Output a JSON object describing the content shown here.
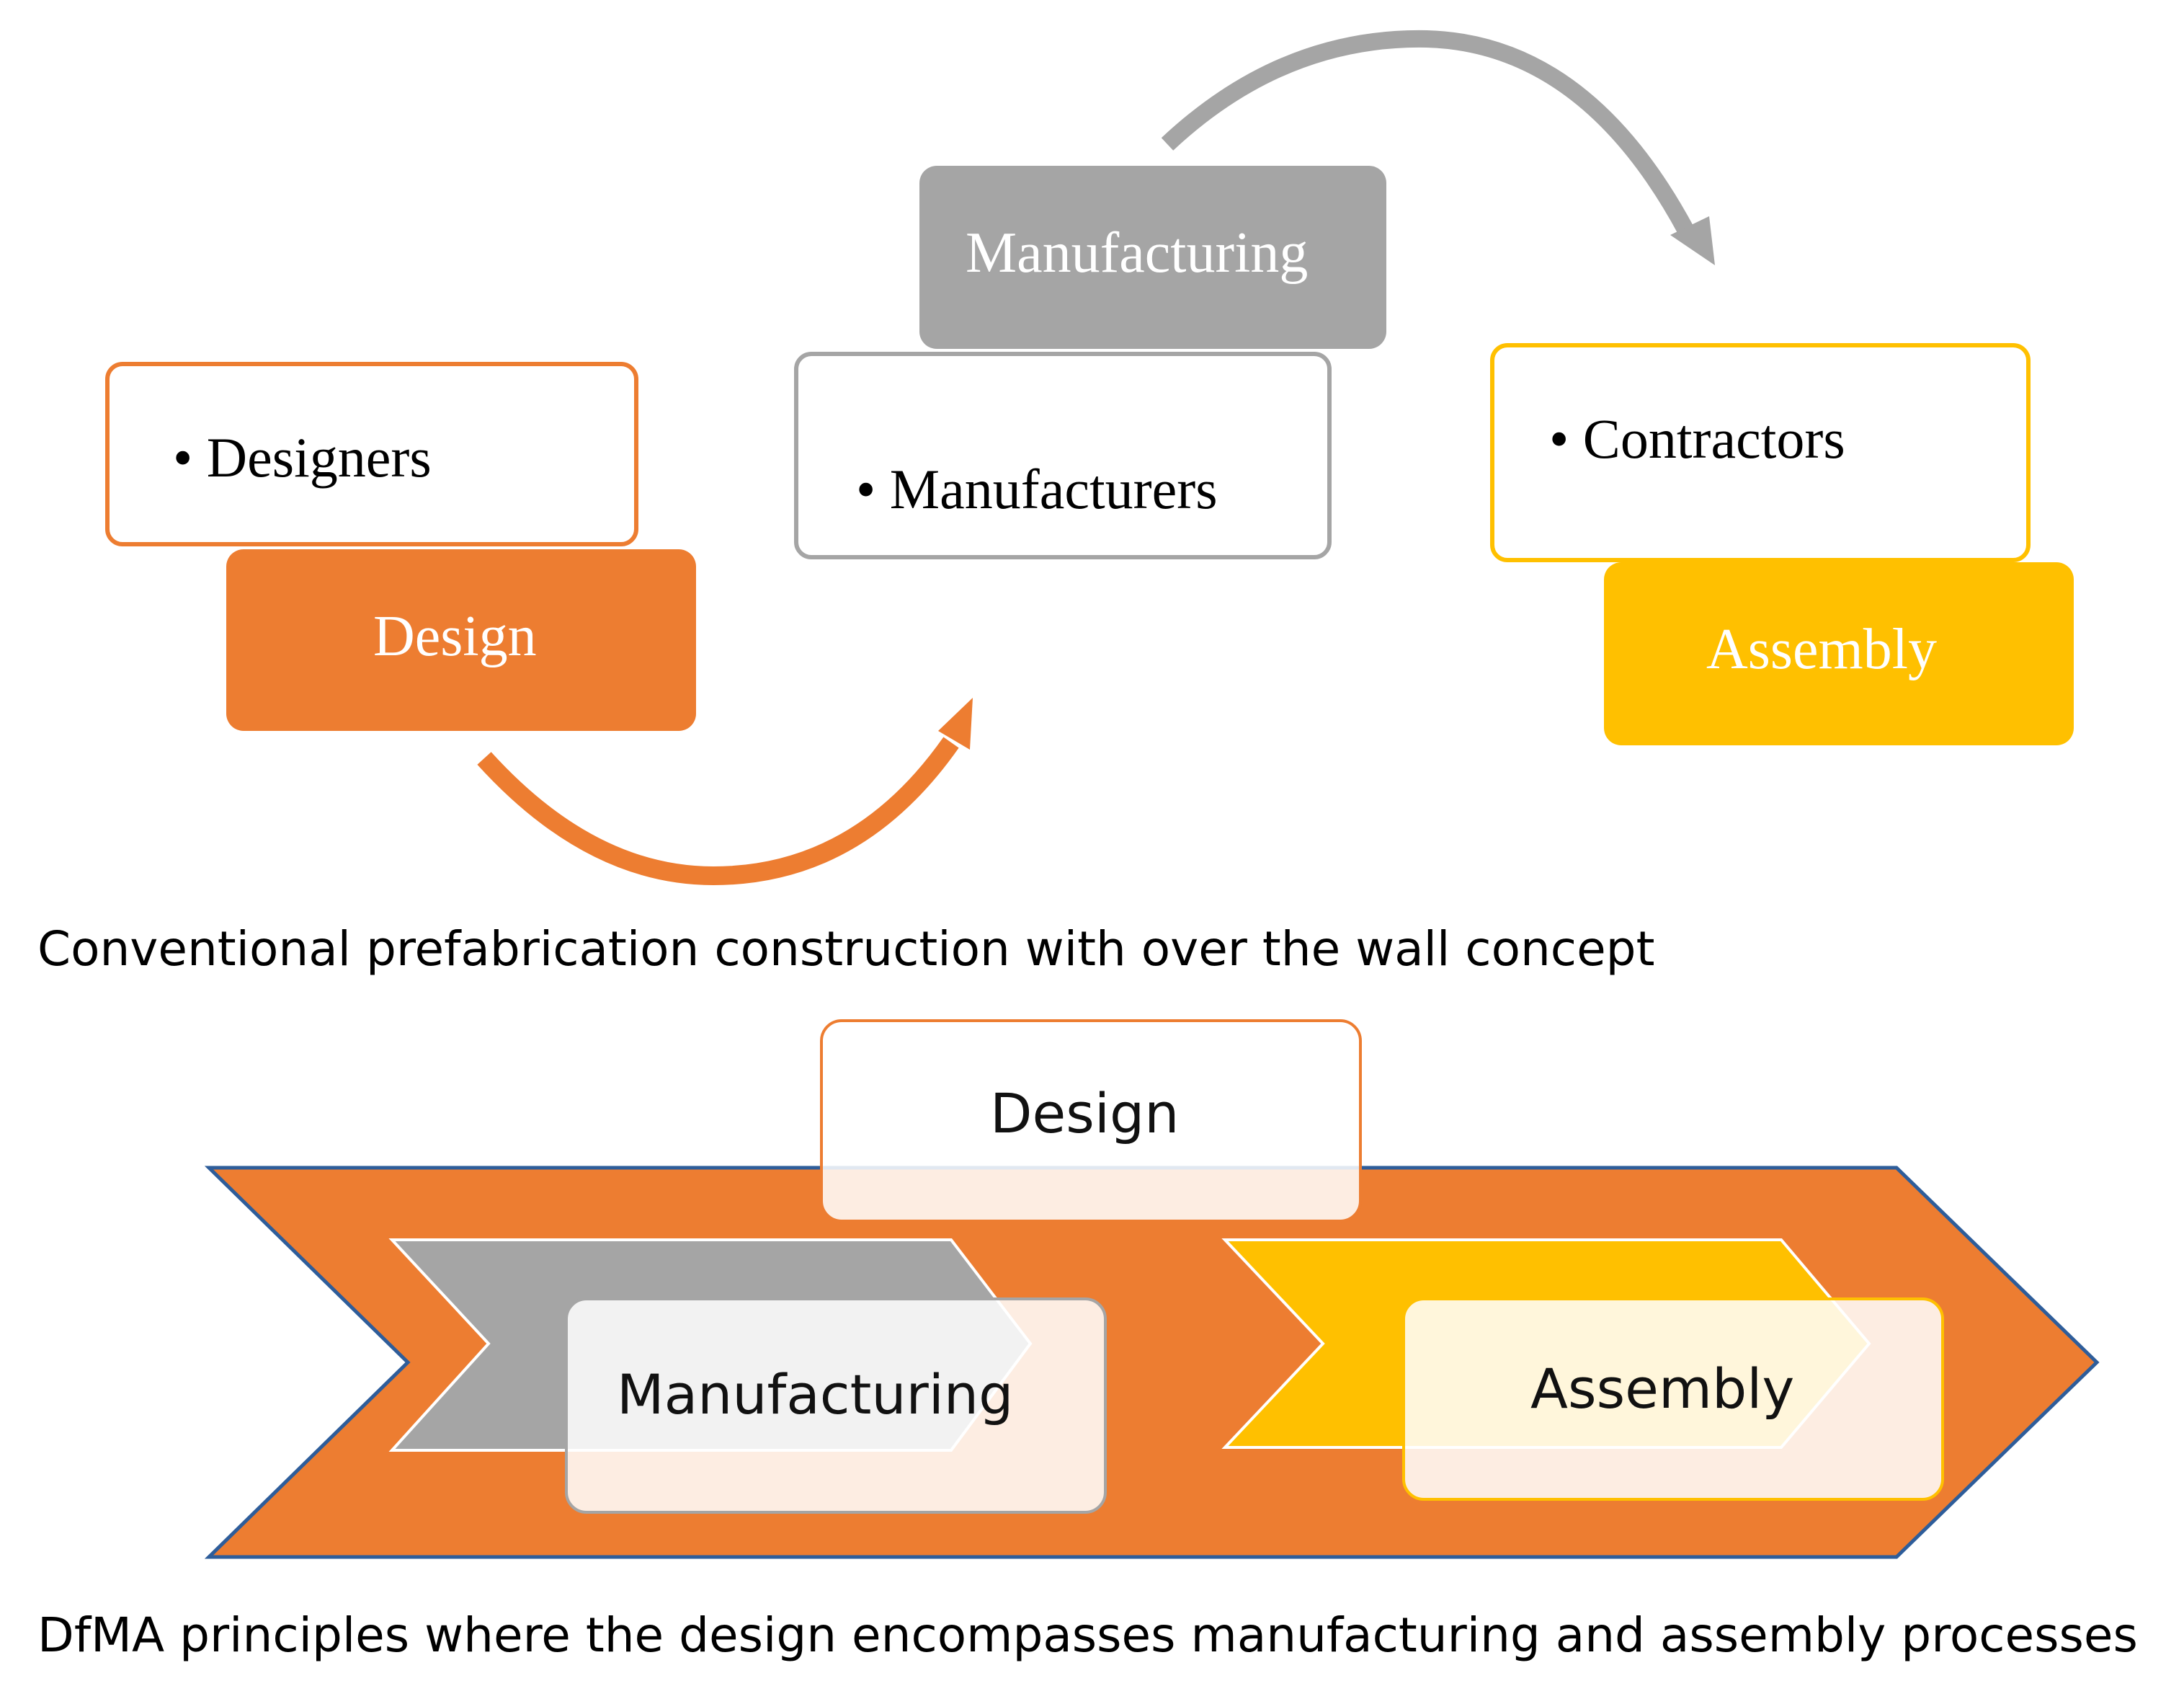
{
  "top": {
    "roles": {
      "designers": "• Designers",
      "manufacturers": "• Manufacturers",
      "contractors": "• Contractors"
    },
    "stages": {
      "design": "Design",
      "manufacturing": "Manufacturing",
      "assembly": "Assembly"
    },
    "caption": "Conventional prefabrication construction with over the wall concept"
  },
  "bottom": {
    "labels": {
      "design": "Design",
      "manufacturing": "Manufacturing",
      "assembly": "Assembly"
    },
    "caption": "DfMA principles where the design encompasses manufacturing and assembly processes"
  },
  "colors": {
    "orange": "#ED7D31",
    "gray": "#A5A5A5",
    "yellow": "#FFC000",
    "chevron_outline": "#2E5D9A"
  }
}
